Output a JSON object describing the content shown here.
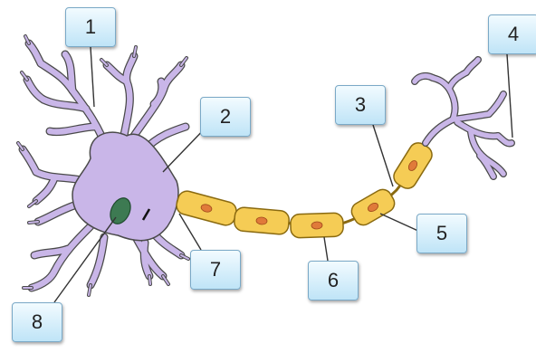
{
  "labels": [
    "1",
    "2",
    "3",
    "4",
    "5",
    "6",
    "7",
    "8"
  ],
  "colors": {
    "neuron_fill": "#c9b6e8",
    "neuron_stroke": "#4a4a4a",
    "myelin_fill": "#f5cc55",
    "myelin_stroke": "#8a6a10",
    "nucleus_fill": "#3d7a52",
    "schwann_nucleus": "#e07a3a",
    "label_box": "#bfe4f7",
    "leader_line": "#333333"
  }
}
